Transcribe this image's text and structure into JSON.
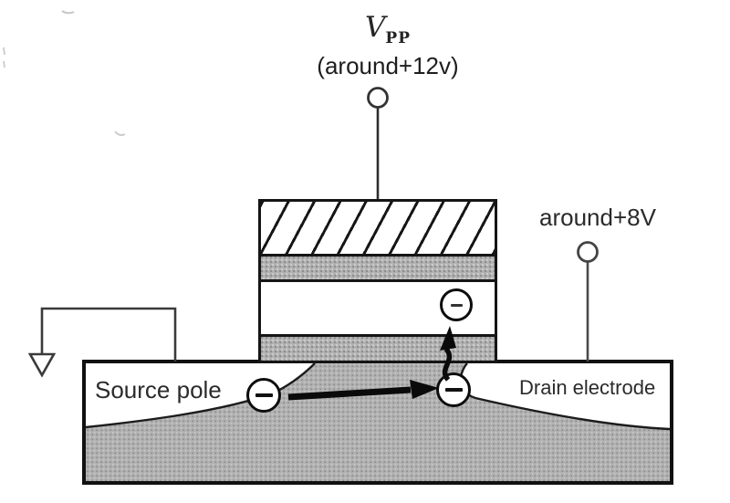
{
  "diagram_subject": "flash-memory-cell-hot-electron-injection",
  "terminals": {
    "vpp": {
      "symbol": "V",
      "subscript": "PP",
      "note": "(around+12v)"
    },
    "drain": {
      "label": "around+8V"
    }
  },
  "regions": {
    "source_label": "Source pole",
    "drain_label": "Drain electrode"
  },
  "icons": {
    "minus_icon": "circled minus (electron)",
    "ground_icon": "open downward triangle",
    "terminal_icon": "open circle contact"
  },
  "colors": {
    "line": "#151515",
    "gray_fill": "#b1b1b1",
    "background": "#ffffff"
  }
}
